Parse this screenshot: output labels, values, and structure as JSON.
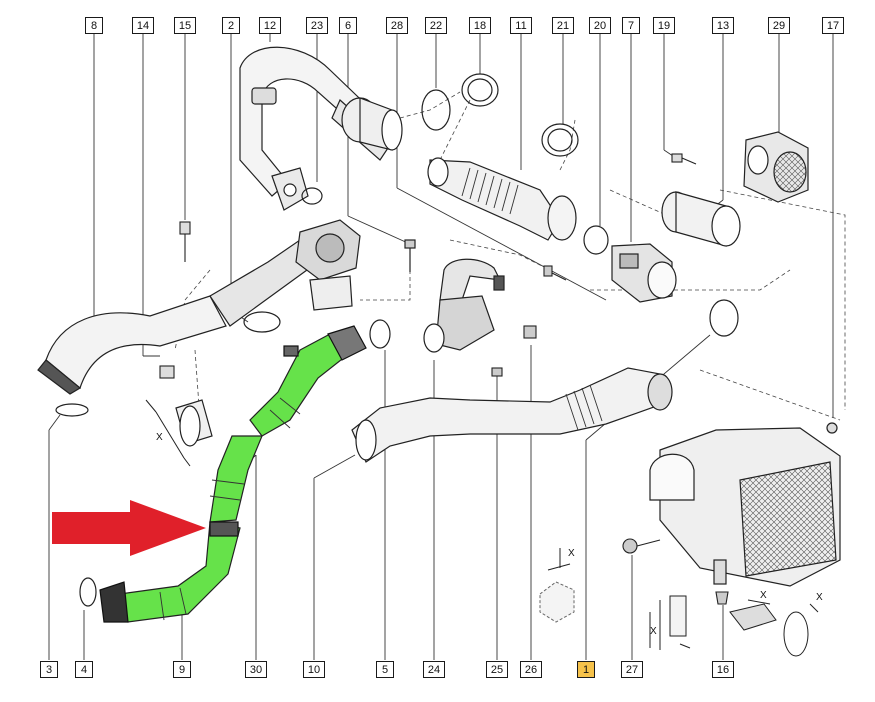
{
  "callouts_top": [
    "8",
    "14",
    "15",
    "2",
    "12",
    "23",
    "6",
    "28",
    "22",
    "18",
    "11",
    "21",
    "20",
    "7",
    "19",
    "13",
    "29",
    "17"
  ],
  "callouts_bottom": [
    "3",
    "4",
    "9",
    "30",
    "10",
    "5",
    "24",
    "25",
    "26",
    "1",
    "27",
    "16"
  ],
  "highlighted_callout": "1",
  "dimension_labels": [
    "X",
    "X",
    "X",
    "X",
    "X"
  ],
  "colors": {
    "highlight_hose": "#66e24a",
    "highlight_callout": "#f6c24a",
    "arrow": "#e0202a",
    "line": "#333333"
  }
}
